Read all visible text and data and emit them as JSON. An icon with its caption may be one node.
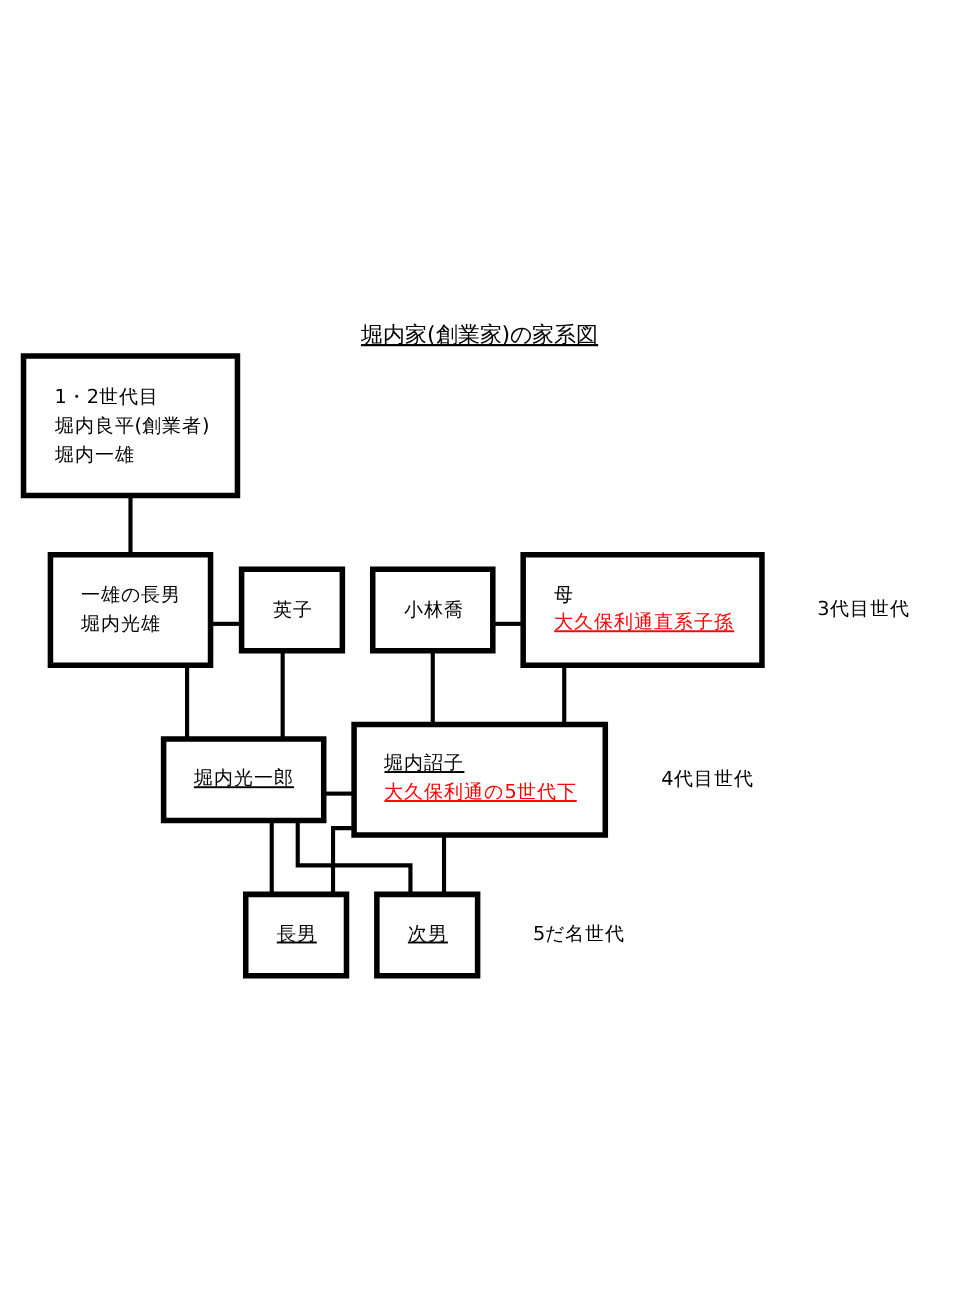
{
  "diagram": {
    "title": "堀内家(創業家)の家系図",
    "nodes": [
      {
        "text": [
          "1・2世代目",
          "堀内良平(創業者)",
          "堀内一雄"
        ]
      },
      {
        "text": [
          "一雄の長男",
          "堀内光雄"
        ]
      },
      {
        "text": [
          "英子"
        ]
      },
      {
        "text": [
          "小林喬"
        ]
      },
      {
        "text": [
          "母",
          "大久保利通直系子孫"
        ]
      },
      {
        "text": [
          "堀内光一郎"
        ]
      },
      {
        "text": [
          "堀内詔子",
          "大久保利通の5世代下"
        ]
      },
      {
        "text": [
          "長男"
        ]
      },
      {
        "text": [
          "次男"
        ]
      }
    ],
    "edges": [
      {
        "from": 0,
        "to": 1,
        "arrow": "none"
      },
      {
        "from": 1,
        "to": 2,
        "arrow": "none"
      },
      {
        "from": 3,
        "to": 4,
        "arrow": "none"
      },
      {
        "from": 1,
        "to": 5,
        "arrow": "none"
      },
      {
        "from": 2,
        "to": 5,
        "arrow": "none"
      },
      {
        "from": 3,
        "to": 6,
        "arrow": "none"
      },
      {
        "from": 4,
        "to": 6,
        "arrow": "none"
      },
      {
        "from": 5,
        "to": 6,
        "arrow": "none"
      },
      {
        "from": 5,
        "to": 7,
        "arrow": "none"
      },
      {
        "from": 6,
        "to": 7,
        "arrow": "none"
      },
      {
        "from": 5,
        "to": 8,
        "arrow": "none"
      },
      {
        "from": 6,
        "to": 8,
        "arrow": "none"
      }
    ],
    "labels": [
      "3代目世代",
      "4代目世代",
      "5だ名世代"
    ]
  }
}
